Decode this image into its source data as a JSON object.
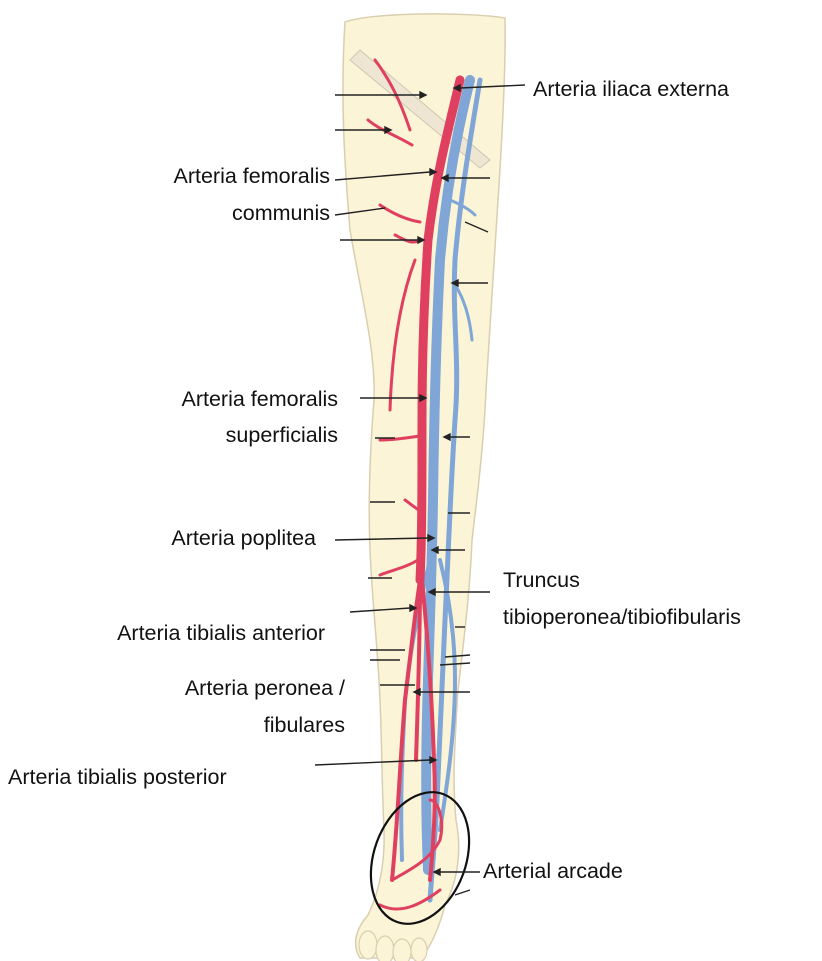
{
  "labels": {
    "iliaca_externa": "Arteria iliaca externa",
    "femoralis_communis_1": "Arteria femoralis",
    "femoralis_communis_2": "communis",
    "femoralis_superficialis_1": "Arteria femoralis",
    "femoralis_superficialis_2": "superficialis",
    "poplitea": "Arteria poplitea",
    "truncus_1": "Truncus",
    "truncus_2": "tibioperonea/tibiofibularis",
    "tibialis_anterior": "Arteria tibialis anterior",
    "peronea_1": "Arteria peronea /",
    "peronea_2": "fibulares",
    "tibialis_posterior": "Arteria tibialis posterior",
    "arterial_arcade": "Arterial arcade"
  },
  "colors": {
    "skin": "#fbf4d6",
    "skin_outline": "#d9ceb0",
    "artery": "#e0405f",
    "vein": "#7fa6d6",
    "pointer": "#222222"
  }
}
